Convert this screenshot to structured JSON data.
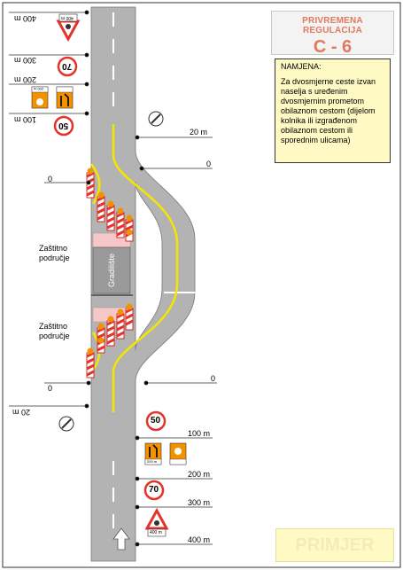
{
  "header": {
    "subtitle": "PRIVREMENA REGULACIJA",
    "code": "C - 6"
  },
  "note": {
    "title": "NAMJENA:",
    "text": "Za dvosmjerne ceste izvan naselja s uređenim dvosmjernim prometom obilaznom cestom (dijelom kolnika ili izgrađenom obilaznom cestom ili sporednim ulicama)"
  },
  "work_zone": {
    "label": "Gradilište",
    "buffer_label_1": "Zaštitno",
    "buffer_label_2": "područje"
  },
  "labels_right": {
    "d20": "20 m",
    "d0_top": "0",
    "d0_bottom": "0",
    "d100": "100 m",
    "d200": "200 m",
    "d300": "300 m",
    "d400": "400 m"
  },
  "labels_left": {
    "d400": "400 m",
    "d300": "300 m",
    "d200": "200 m",
    "d100": "100 m",
    "d0_top": "0",
    "d0_bottom": "0",
    "d20": "20 m"
  },
  "signs": {
    "speed_50": "50",
    "speed_70": "70",
    "plate_200": "200 m",
    "plate_400": "400 m",
    "plate_200_flipped": "200 m",
    "plate_400_flipped": "400 m"
  },
  "watermark": "PRIMJER",
  "colors": {
    "road": "#b3b3b3",
    "line_yellow": "#f4e600",
    "sign_red": "#e63329",
    "sign_orange": "#f39200",
    "buffer": "#f7c6c9",
    "title": "#e07a5f"
  }
}
